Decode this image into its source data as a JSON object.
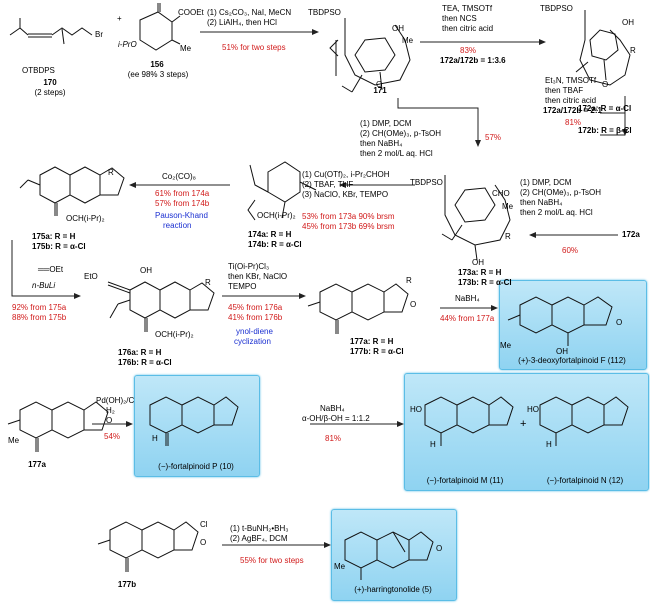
{
  "colors": {
    "yield": "#d11a1a",
    "reaction_name": "#1a2fd1",
    "highlight": "#8fd3f1"
  },
  "c170": {
    "label": "170",
    "sub": "(2 steps)",
    "otbdps": "OTBDPS",
    "br": "Br"
  },
  "c156": {
    "label": "156",
    "sub": "(ee 98% 3 steps)",
    "ipro": "i-PrO",
    "cooet": "COOEt",
    "me": "Me",
    "plus": "+"
  },
  "s1": {
    "l1": "(1) Cs₂CO₃, NaI, MeCN",
    "l2": "(2) LiAlH₄, then HCl",
    "y": "51% for two steps"
  },
  "c171": {
    "label": "171",
    "tbdpso": "TBDPSO",
    "oh": "OH",
    "me": "Me",
    "o": "O"
  },
  "s2": {
    "l1": "TEA, TMSOTf",
    "l2": "then NCS",
    "l3": "then citric acid",
    "y": "83%",
    "ratio": "172a/172b = 1:3.6"
  },
  "c172": {
    "tbdpso": "TBDPSO",
    "oh": "OH",
    "r": "R",
    "o": "O",
    "a": "172a: R = α-Cl",
    "b": "172b: R = β-Cl"
  },
  "s3": {
    "l1": "Et₃N, TMSOTf",
    "l2": "then TBAF",
    "l3": "then citric acid",
    "ratio": "172a/172b = 2:1",
    "y": "81%"
  },
  "s4": {
    "l1": "(1) DMP, DCM",
    "l2": "(2) CH(OMe)₃, p-TsOH",
    "l3": "then NaBH₄",
    "l4": "then 2 mol/L aq. HCl",
    "y": "57%"
  },
  "s5": {
    "l1": "(1) DMP, DCM",
    "l2": "(2) CH(OMe)₃, p-TsOH",
    "l3": "then NaBH₄",
    "l4": "then 2 mol/L aq. HCl",
    "y": "60%",
    "from": "172a"
  },
  "c173": {
    "tbdpso": "TBDPSO",
    "cho": "CHO",
    "me": "Me",
    "r": "R",
    "oh": "OH",
    "a": "173a: R = H",
    "b": "173b: R = α-Cl"
  },
  "s6": {
    "l1": "(1) Cu(OTf)₂, i-Pr₂CHOH",
    "l2": "(2) TBAF, THF",
    "l3": "(3) NaClO, KBr, TEMPO",
    "y1": "53% from 173a 90% brsm",
    "y2": "45% from 173b 69% brsm"
  },
  "c174": {
    "a": "174a: R = H",
    "b": "174b: R = α-Cl",
    "r": "R",
    "o": "O",
    "och": "OCH(i-Pr)₂"
  },
  "s7": {
    "reagent": "Co₂(CO)₈",
    "y1": "61% from 174a",
    "y2": "57% from 174b",
    "name1": "Pauson-Khand",
    "name2": "reaction"
  },
  "c175": {
    "a": "175a: R = H",
    "b": "175b: R = α-Cl",
    "r": "R",
    "och": "OCH(i-Pr)₂",
    "o": "O"
  },
  "s8": {
    "reagent1": "══OEt",
    "reagent2": "n-BuLi",
    "y1": "92% from 175a",
    "y2": "88% from 175b"
  },
  "c176": {
    "a": "176a: R = H",
    "b": "176b: R = α-Cl",
    "eto": "EtO",
    "oh": "OH",
    "r": "R",
    "och": "OCH(i-Pr)₂",
    "o": "O"
  },
  "s9": {
    "l1": "Ti(Oi-Pr)Cl₃",
    "l2": "then KBr, NaClO",
    "l3": "TEMPO",
    "y1": "45% from 176a",
    "y2": "41% from 176b",
    "name1": "ynol-diene",
    "name2": "cyclization"
  },
  "c177": {
    "a": "177a: R = H",
    "b": "177b: R = α-Cl",
    "r": "R",
    "o": "O"
  },
  "s10": {
    "reagent": "NaBH₄",
    "y": "44% from 177a"
  },
  "p112": {
    "name": "(+)-3-deoxyfortalpinoid F (112)",
    "me": "Me",
    "oh": "OH",
    "o": "O"
  },
  "s11": {
    "l1": "Pd(OH)₂/C",
    "l2": "H₂",
    "y": "54%"
  },
  "p10": {
    "name": "(−)-fortalpinoid P (10)",
    "h": "H"
  },
  "s12": {
    "l1": "NaBH₄",
    "l2": "α-OH/β-OH = 1:1.2",
    "y": "81%"
  },
  "p11": {
    "name": "(−)-fortalpinoid M (11)",
    "ho": "HO",
    "h": "H"
  },
  "p12": {
    "name": "(−)-fortalpinoid N (12)",
    "ho": "HO",
    "h": "H",
    "plus": "+"
  },
  "s13": {
    "l1": "(1) t-BuNH₂•BH₃",
    "l2": "(2) AgBF₄, DCM",
    "y": "55% for two steps"
  },
  "c177a2": {
    "label": "177a",
    "me": "Me",
    "o": "O"
  },
  "c177b2": {
    "label": "177b",
    "cl": "Cl",
    "o": "O"
  },
  "p5": {
    "name": "(+)-harringtonolide (5)",
    "me": "Me",
    "o": "O"
  }
}
